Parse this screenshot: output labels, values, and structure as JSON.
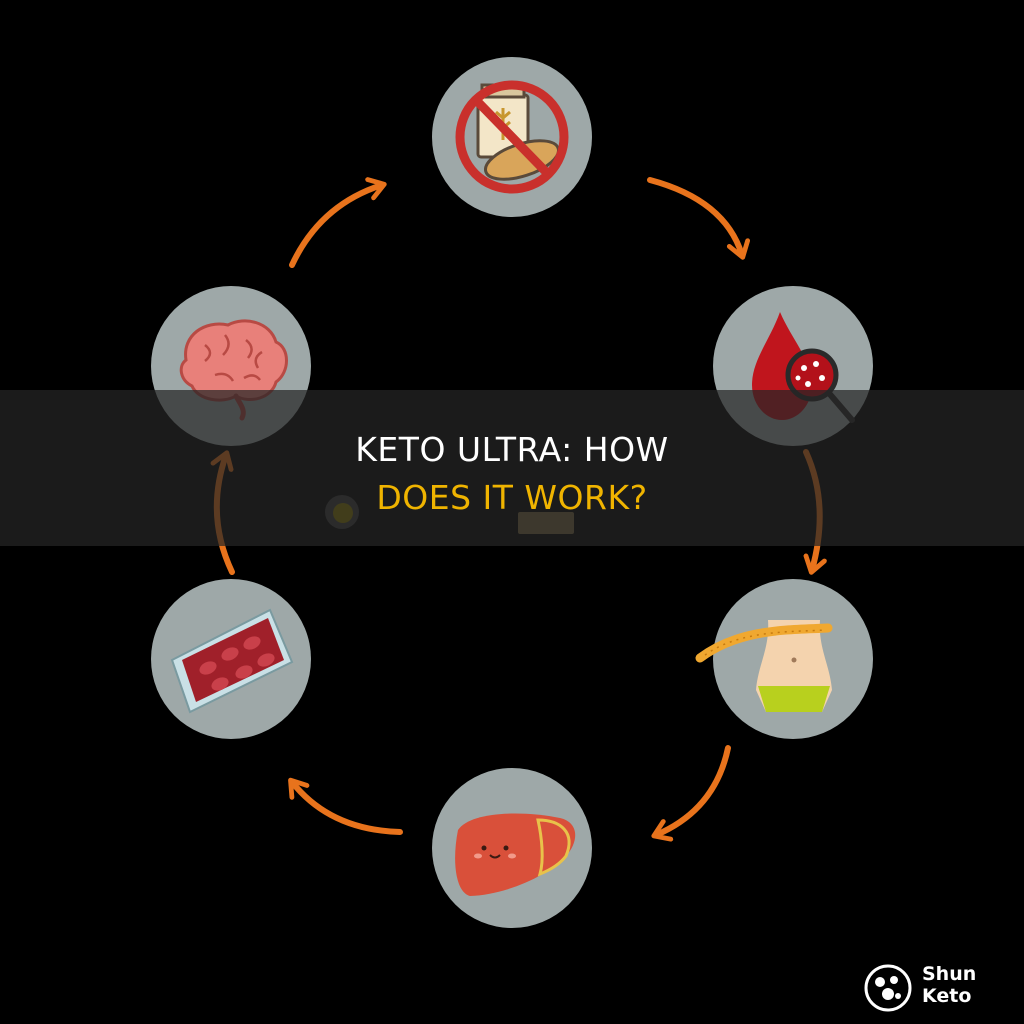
{
  "title": {
    "line1": "KETO ULTRA: HOW",
    "line2": "DOES IT WORK?"
  },
  "diagram": {
    "type": "cycle",
    "steps": [
      {
        "icon": "no-carbs-bread-icon"
      },
      {
        "icon": "blood-drop-magnifier-icon"
      },
      {
        "icon": "waist-measuring-tape-icon"
      },
      {
        "icon": "liver-icon"
      },
      {
        "icon": "red-blood-cells-slide-icon"
      },
      {
        "icon": "brain-icon"
      }
    ]
  },
  "logo": {
    "line1": "Shun",
    "line2": "Keto"
  },
  "colors": {
    "background": "#000000",
    "circle": "#9ea8a8",
    "arrow": "#e8731c",
    "title_line1": "#ffffff",
    "title_line2": "#f0b400"
  }
}
